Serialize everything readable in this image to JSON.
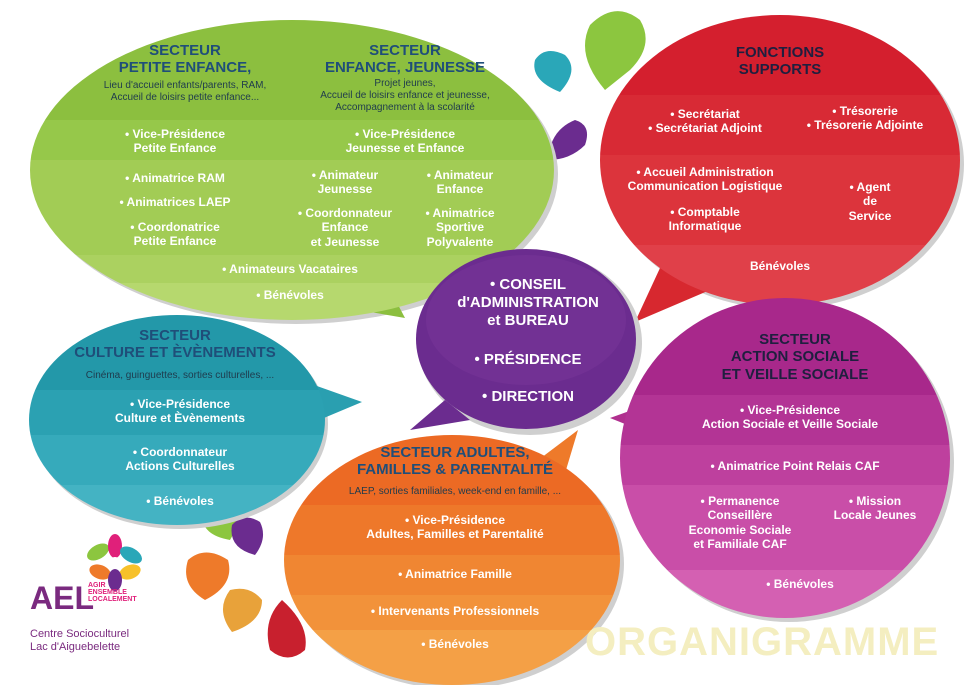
{
  "green": {
    "left_title": "SECTEUR\nPETITE ENFANCE,",
    "left_sub": "Lieu d'accueil enfants/parents, RAM,\nAccueil de loisirs petite enfance...",
    "right_title": "SECTEUR\nENFANCE, JEUNESSE",
    "right_sub": "Projet jeunes,\nAccueil de loisirs enfance et jeunesse,\nAccompagnement à la scolarité",
    "vp_left": "• Vice-Présidence\nPetite Enfance",
    "vp_right": "• Vice-Présidence\nJeunesse et Enfance",
    "ram": "• Animatrice RAM",
    "laep": "• Animatrices LAEP",
    "coord_left": "• Coordonatrice\nPetite Enfance",
    "anim_jeunesse": "• Animateur\nJeunesse",
    "anim_enfance": "• Animateur\nEnfance",
    "coord_right": "• Coordonnateur\nEnfance\net Jeunesse",
    "sportive": "• Animatrice\nSportive\nPolyvalente",
    "vacataires": "• Animateurs Vacataires",
    "benevoles": "• Bénévoles"
  },
  "red": {
    "title": "FONCTIONS\nSUPPORTS",
    "secretariat": "• Secrétariat\n• Secrétariat Adjoint",
    "tresorerie": "• Trésorerie\n• Trésorerie Adjointe",
    "accueil": "• Accueil Administration\nCommunication Logistique",
    "agent": "• Agent\nde\nService",
    "comptable": "• Comptable\nInformatique",
    "benevoles": "Bénévoles"
  },
  "purple": {
    "conseil": "• CONSEIL\nd'ADMINISTRATION\net BUREAU",
    "presidence": "• PRÉSIDENCE",
    "direction": "• DIRECTION"
  },
  "teal": {
    "title": "SECTEUR\nCULTURE ET ÈVÈNEMENTS",
    "sub": "Cinéma, guinguettes, sorties culturelles, ...",
    "vp": "• Vice-Présidence\nCulture et Èvènements",
    "coord": "• Coordonnateur\nActions Culturelles",
    "benevoles": "• Bénévoles"
  },
  "orange": {
    "title": "SECTEUR ADULTES,\nFAMILLES & PARENTALITÉ",
    "sub": "LAEP, sorties familiales, week-end en famille, ...",
    "vp": "• Vice-Présidence\nAdultes, Familles et Parentalité",
    "famille": "• Animatrice Famille",
    "intervenants": "• Intervenants Professionnels",
    "benevoles": "• Bénévoles"
  },
  "magenta": {
    "title": "SECTEUR\nACTION SOCIALE\nET VEILLE SOCIALE",
    "vp": "• Vice-Présidence\nAction Sociale et Veille Sociale",
    "caf": "• Animatrice Point Relais CAF",
    "permanence": "• Permanence\nConseillère\nEconomie Sociale\net Familiale CAF",
    "mission": "• Mission\nLocale Jeunes",
    "benevoles": "• Bénévoles"
  },
  "logo": {
    "name": "AEL",
    "tagline": "AGIR\nENSEMBLE\nLOCALEMENT",
    "org": "Centre Socioculturel\nLac d'Aiguebelette"
  },
  "footer_title": "ORGANIGRAMME",
  "colors": {
    "green": "#8cbf3f",
    "red": "#d7282f",
    "purple": "#6b2c8f",
    "teal": "#2a9fb0",
    "orange": "#ee7a2a",
    "magenta": "#b0308f"
  }
}
